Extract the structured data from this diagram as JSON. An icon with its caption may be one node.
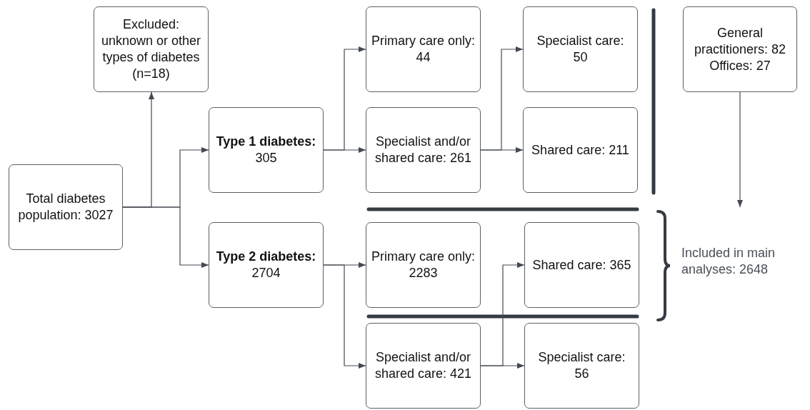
{
  "diagram": {
    "nodes": [
      {
        "text": [
          "Total diabetes population: 3027"
        ]
      },
      {
        "text": [
          "Excluded: unknown or other types of diabetes (n=18)"
        ]
      },
      {
        "text": [
          "**Type 1 diabetes:** 305"
        ]
      },
      {
        "text": [
          "**Type 2 diabetes:** 2704"
        ]
      },
      {
        "text": [
          "Primary care only: 44"
        ]
      },
      {
        "text": [
          "Specialist and/or shared care: 261"
        ]
      },
      {
        "text": [
          "Specialist care: 50"
        ]
      },
      {
        "text": [
          "Shared care: 211"
        ]
      },
      {
        "text": [
          "Primary care only: 2283"
        ]
      },
      {
        "text": [
          "Specialist and/or shared care: 421"
        ]
      },
      {
        "text": [
          "Shared care: 365"
        ]
      },
      {
        "text": [
          "Specialist care: 56"
        ]
      },
      {
        "text": [
          "General practitioners: 82",
          "Offices: 27"
        ]
      }
    ],
    "edges": [
      {
        "from": 0,
        "to": 1,
        "arrow": "to"
      },
      {
        "from": 0,
        "to": 2,
        "arrow": "to"
      },
      {
        "from": 0,
        "to": 3,
        "arrow": "to"
      },
      {
        "from": 2,
        "to": 4,
        "arrow": "to"
      },
      {
        "from": 2,
        "to": 5,
        "arrow": "to"
      },
      {
        "from": 5,
        "to": 6,
        "arrow": "to"
      },
      {
        "from": 5,
        "to": 7,
        "arrow": "to"
      },
      {
        "from": 3,
        "to": 8,
        "arrow": "to"
      },
      {
        "from": 3,
        "to": 9,
        "arrow": "to"
      },
      {
        "from": 9,
        "to": 10,
        "arrow": "to"
      },
      {
        "from": 9,
        "to": 11,
        "arrow": "to"
      },
      {
        "from": 12,
        "to": null,
        "arrow": "to"
      }
    ],
    "labels": [
      "Included in main analyses: 2648"
    ]
  }
}
